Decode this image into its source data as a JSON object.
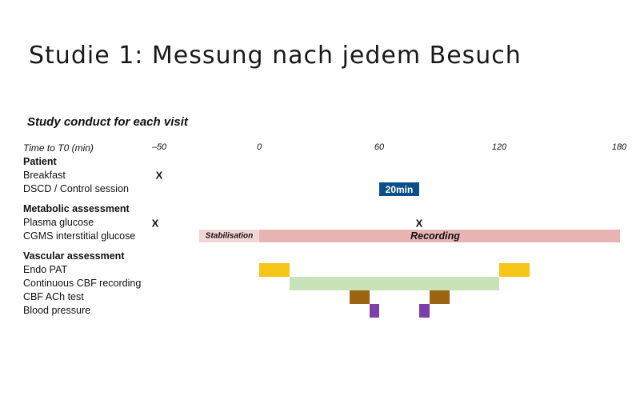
{
  "slide": {
    "title": "Studie 1: Messung nach jedem Besuch"
  },
  "diagram": {
    "title": "Study conduct for each visit",
    "axis_label": "Time to T0 (min)",
    "ticks": [
      "–50",
      "0",
      "60",
      "120",
      "180"
    ],
    "tick_values": [
      -50,
      0,
      60,
      120,
      180
    ],
    "colors": {
      "endo_pat": "#f5c518",
      "cbf_recording": "#c8e3b8",
      "ach_test": "#9a6412",
      "blood_pressure": "#7b3fa8",
      "dscd": "#0b4f8a",
      "cgms_stab": "#f2d6d6",
      "cgms_rec": "#e8b4b4"
    },
    "sections": {
      "patient": {
        "heading": "Patient",
        "breakfast": {
          "label": "Breakfast",
          "mark": "X",
          "time": -50
        },
        "dscd": {
          "label": "DSCD / Control session",
          "bar_text": "20min",
          "start": 60,
          "end": 80
        }
      },
      "metabolic": {
        "heading": "Metabolic assessment",
        "plasma_glucose": {
          "label": "Plasma glucose",
          "mark1": "X",
          "time1": -50,
          "mark2": "X",
          "time2": 80
        },
        "cgms": {
          "label": "CGMS interstitial glucose",
          "stab_text": "Stabilisation",
          "stab_start": -30,
          "stab_end": 0,
          "rec_text": "Recording",
          "rec_start": 0,
          "rec_end": 180
        }
      },
      "vascular": {
        "heading": "Vascular assessment",
        "endo_pat": {
          "label": "Endo PAT",
          "segments": [
            [
              0,
              15
            ],
            [
              120,
              135
            ]
          ]
        },
        "cbf": {
          "label": "Continuous CBF recording",
          "segments": [
            [
              15,
              120
            ]
          ]
        },
        "ach": {
          "label": "CBF ACh test",
          "segments": [
            [
              45,
              55
            ],
            [
              85,
              95
            ]
          ]
        },
        "bp": {
          "label": "Blood pressure",
          "segments": [
            [
              55,
              60
            ],
            [
              80,
              85
            ]
          ]
        }
      }
    }
  }
}
